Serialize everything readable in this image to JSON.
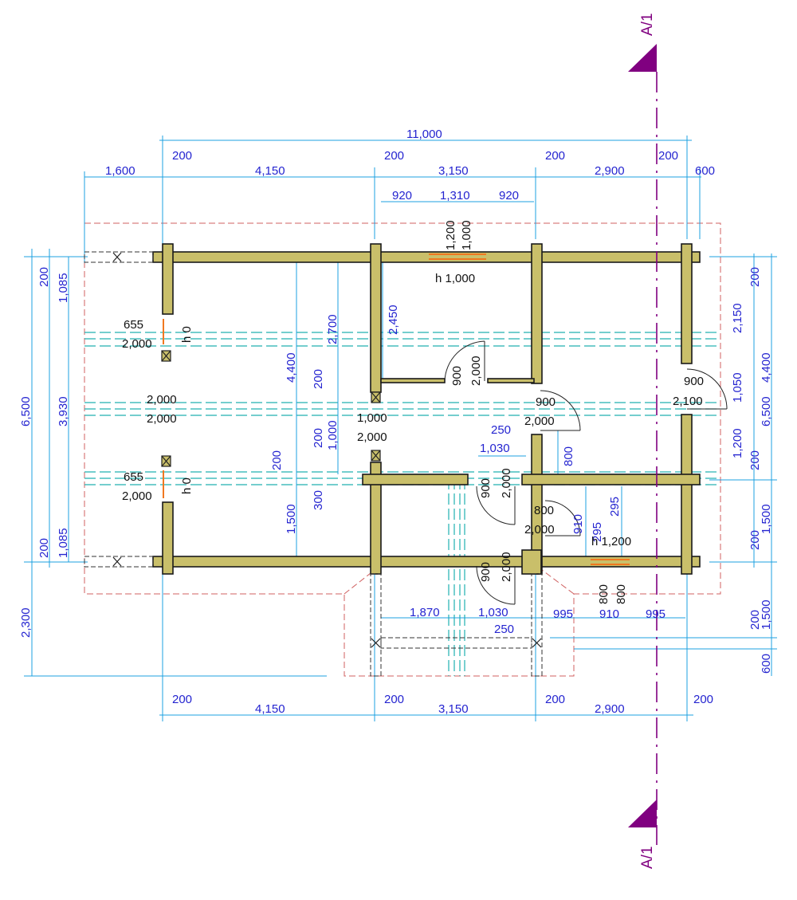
{
  "colors": {
    "wall_fill": "#c9bf6a",
    "dimension_text": "#2424d0",
    "dimension_line": "#1ca0e0",
    "section_marker": "#800080",
    "foundation_line": "#d06060",
    "beam_line": "#20b0b0",
    "window_sill": "#f07820"
  },
  "section": {
    "label_top": "A/1",
    "label_bottom": "A/1"
  },
  "dims_top": {
    "total": "11,000",
    "segments": [
      "1,600",
      "200",
      "4,150",
      "200",
      "3,150",
      "200",
      "2,900",
      "200",
      "600"
    ],
    "window": [
      "920",
      "1,310",
      "920"
    ]
  },
  "dims_bottom": {
    "segments": [
      "200",
      "4,150",
      "200",
      "3,150",
      "200",
      "2,900",
      "200"
    ],
    "porch": [
      "1,870",
      "1,030",
      "995",
      "910",
      "995"
    ],
    "porch_depth": "250"
  },
  "dims_left": {
    "total": "6,500",
    "chain": [
      "1,085",
      "3,930",
      "1,085"
    ],
    "chain2": [
      "200",
      "200"
    ],
    "extra": "2,300"
  },
  "dims_right": {
    "total": "6,500",
    "chain": [
      "200",
      "2,150",
      "1,050",
      "1,200",
      "200",
      "1,500",
      "200",
      "1,500",
      "200",
      "600"
    ],
    "room": "4,400"
  },
  "interior_dims": {
    "a": "4,400",
    "b": "2,700",
    "c": "2,450",
    "d": "200",
    "e": "1,000",
    "f": "200",
    "g": "200",
    "h": "1,500",
    "i": "300",
    "j": "250",
    "k": "1,030",
    "l": "800",
    "m": "295",
    "n": "295",
    "o": "910"
  },
  "openings": {
    "top_window": {
      "w": "1,200",
      "h": "1,000",
      "sill": "h 1,000"
    },
    "left_window_1": {
      "w": "655",
      "h": "2,000",
      "sill": "h 0"
    },
    "left_door": {
      "w": "2,000",
      "h": "2,000"
    },
    "left_window_2": {
      "w": "655",
      "h": "2,000",
      "sill": "h 0"
    },
    "center_opening": {
      "w": "1,000",
      "h": "2,000"
    },
    "door_1": {
      "w": "900",
      "h": "2,000"
    },
    "door_2": {
      "w": "900",
      "h": "2,000"
    },
    "door_3": {
      "w": "900",
      "h": "2,000"
    },
    "door_4": {
      "w": "800",
      "h": "2,000"
    },
    "door_5": {
      "w": "900",
      "h": "2,100"
    },
    "door_6": {
      "w": "900",
      "h": "2,000"
    },
    "bottom_window": {
      "sill": "h 1,200",
      "w": "800",
      "h": "800"
    }
  }
}
